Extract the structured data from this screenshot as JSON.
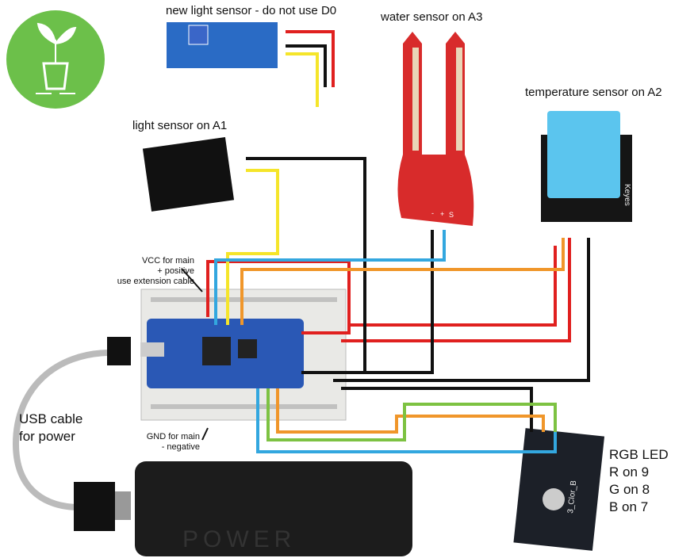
{
  "labels": {
    "new_light_sensor": "new light sensor - do not use D0",
    "water_sensor": "water sensor on A3",
    "temperature_sensor": "temperature sensor on A2",
    "light_sensor": "light sensor on A1",
    "vcc_line1": "VCC for main",
    "vcc_line2": "+ positive",
    "vcc_line3": "use extension cable",
    "gnd_line1": "GND for main",
    "gnd_line2": "- negative",
    "usb_line1": "USB cable",
    "usb_line2": "for power",
    "rgb_title": "RGB LED",
    "rgb_r": "R on 9",
    "rgb_g": "G on 8",
    "rgb_b": "B on 7"
  },
  "components": {
    "power_bank_text": "POWER",
    "rgb_module_text": "3_Clor_B",
    "temp_module_text": "Keyes",
    "water_pins": [
      "-",
      "+",
      "S"
    ]
  },
  "colors": {
    "logo": "#6cc04a",
    "wire_red": "#e0201f",
    "wire_black": "#111111",
    "wire_yellow": "#f5e52a",
    "wire_blue": "#33a7df",
    "wire_orange": "#f0962a",
    "wire_green": "#7dc242",
    "board_blue": "#2a58b5",
    "water_sensor": "#d82b2b",
    "dht": "#5bc5ee"
  }
}
